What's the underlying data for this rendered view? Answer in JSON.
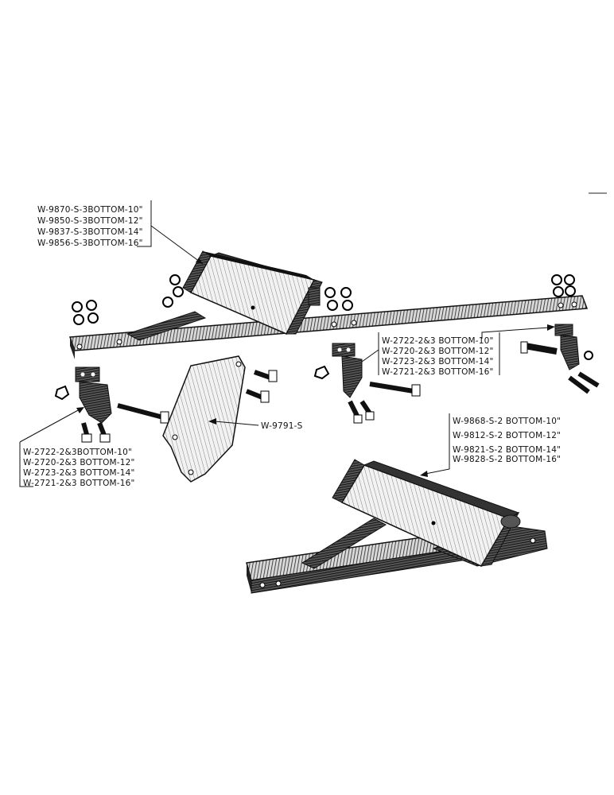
{
  "callouts": {
    "three_bottom_hitch": {
      "lines": [
        "W-9870-S-3BOTTOM-10\"",
        "W-9850-S-3BOTTOM-12\"",
        "W-9837-S-3BOTTOM-14\"",
        "W-9856-S-3BOTTOM-16\""
      ]
    },
    "right_clamp": {
      "lines": [
        "W-2722-2&3 BOTTOM-10\"",
        "W-2720-2&3 BOTTOM-12\"",
        "W-2723-2&3 BOTTOM-14\"",
        "W-2721-2&3 BOTTOM-16\""
      ]
    },
    "left_clamp": {
      "lines": [
        "W-2722-2&3BOTTOM-10\"",
        "W-2720-2&3 BOTTOM-12\"",
        "W-2723-2&3 BOTTOM-14\"",
        "W-2721-2&3 BOTTOM-16\""
      ]
    },
    "plate": {
      "label": "W-9791-S"
    },
    "two_bottom_hitch": {
      "lines": [
        "W-9868-S-2 BOTTOM-10\"",
        "W-9812-S-2 BOTTOM-12\"",
        "W-9821-S-2 BOTTOM-14\"",
        "W-9828-S-2 BOTTOM-16\""
      ]
    }
  },
  "colors": {
    "ink": "#111111",
    "paper": "#ffffff",
    "shade": "#444444"
  }
}
